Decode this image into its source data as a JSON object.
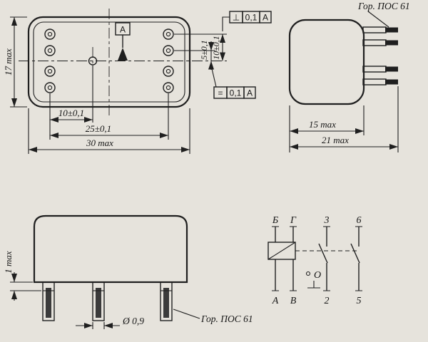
{
  "meta": {
    "kind": "engineering-outline-drawing",
    "component": "miniature-relay"
  },
  "colors": {
    "paper": "#e6e3dc",
    "ink": "#1f1f1f"
  },
  "plan": {
    "datum_label": "А",
    "tol_top_sym": "⊥",
    "tol_top_val": "0,1",
    "tol_top_ref": "А",
    "tol_bot_sym": "=",
    "tol_bot_val": "0,1",
    "tol_bot_ref": "А",
    "dim_height": "17 max",
    "dim_right_inner": "5±0,1",
    "dim_right_outer": "10±0,1",
    "dim_bottom_1": "10±0,1",
    "dim_bottom_2": "25±0,1",
    "dim_bottom_3": "30 max"
  },
  "side": {
    "solder_note": "Гор. ПОС 61",
    "dim_body": "15 max",
    "dim_total": "21 max"
  },
  "front": {
    "dim_collar": "1 max",
    "dim_pin": "Ø 0,9",
    "solder_note": "Гор. ПОС 61"
  },
  "schematic": {
    "t1": "Б",
    "t2": "Г",
    "t3": "3",
    "t4": "6",
    "b1": "А",
    "b2": "В",
    "b3": "2",
    "b4": "5",
    "actuator": "O"
  }
}
